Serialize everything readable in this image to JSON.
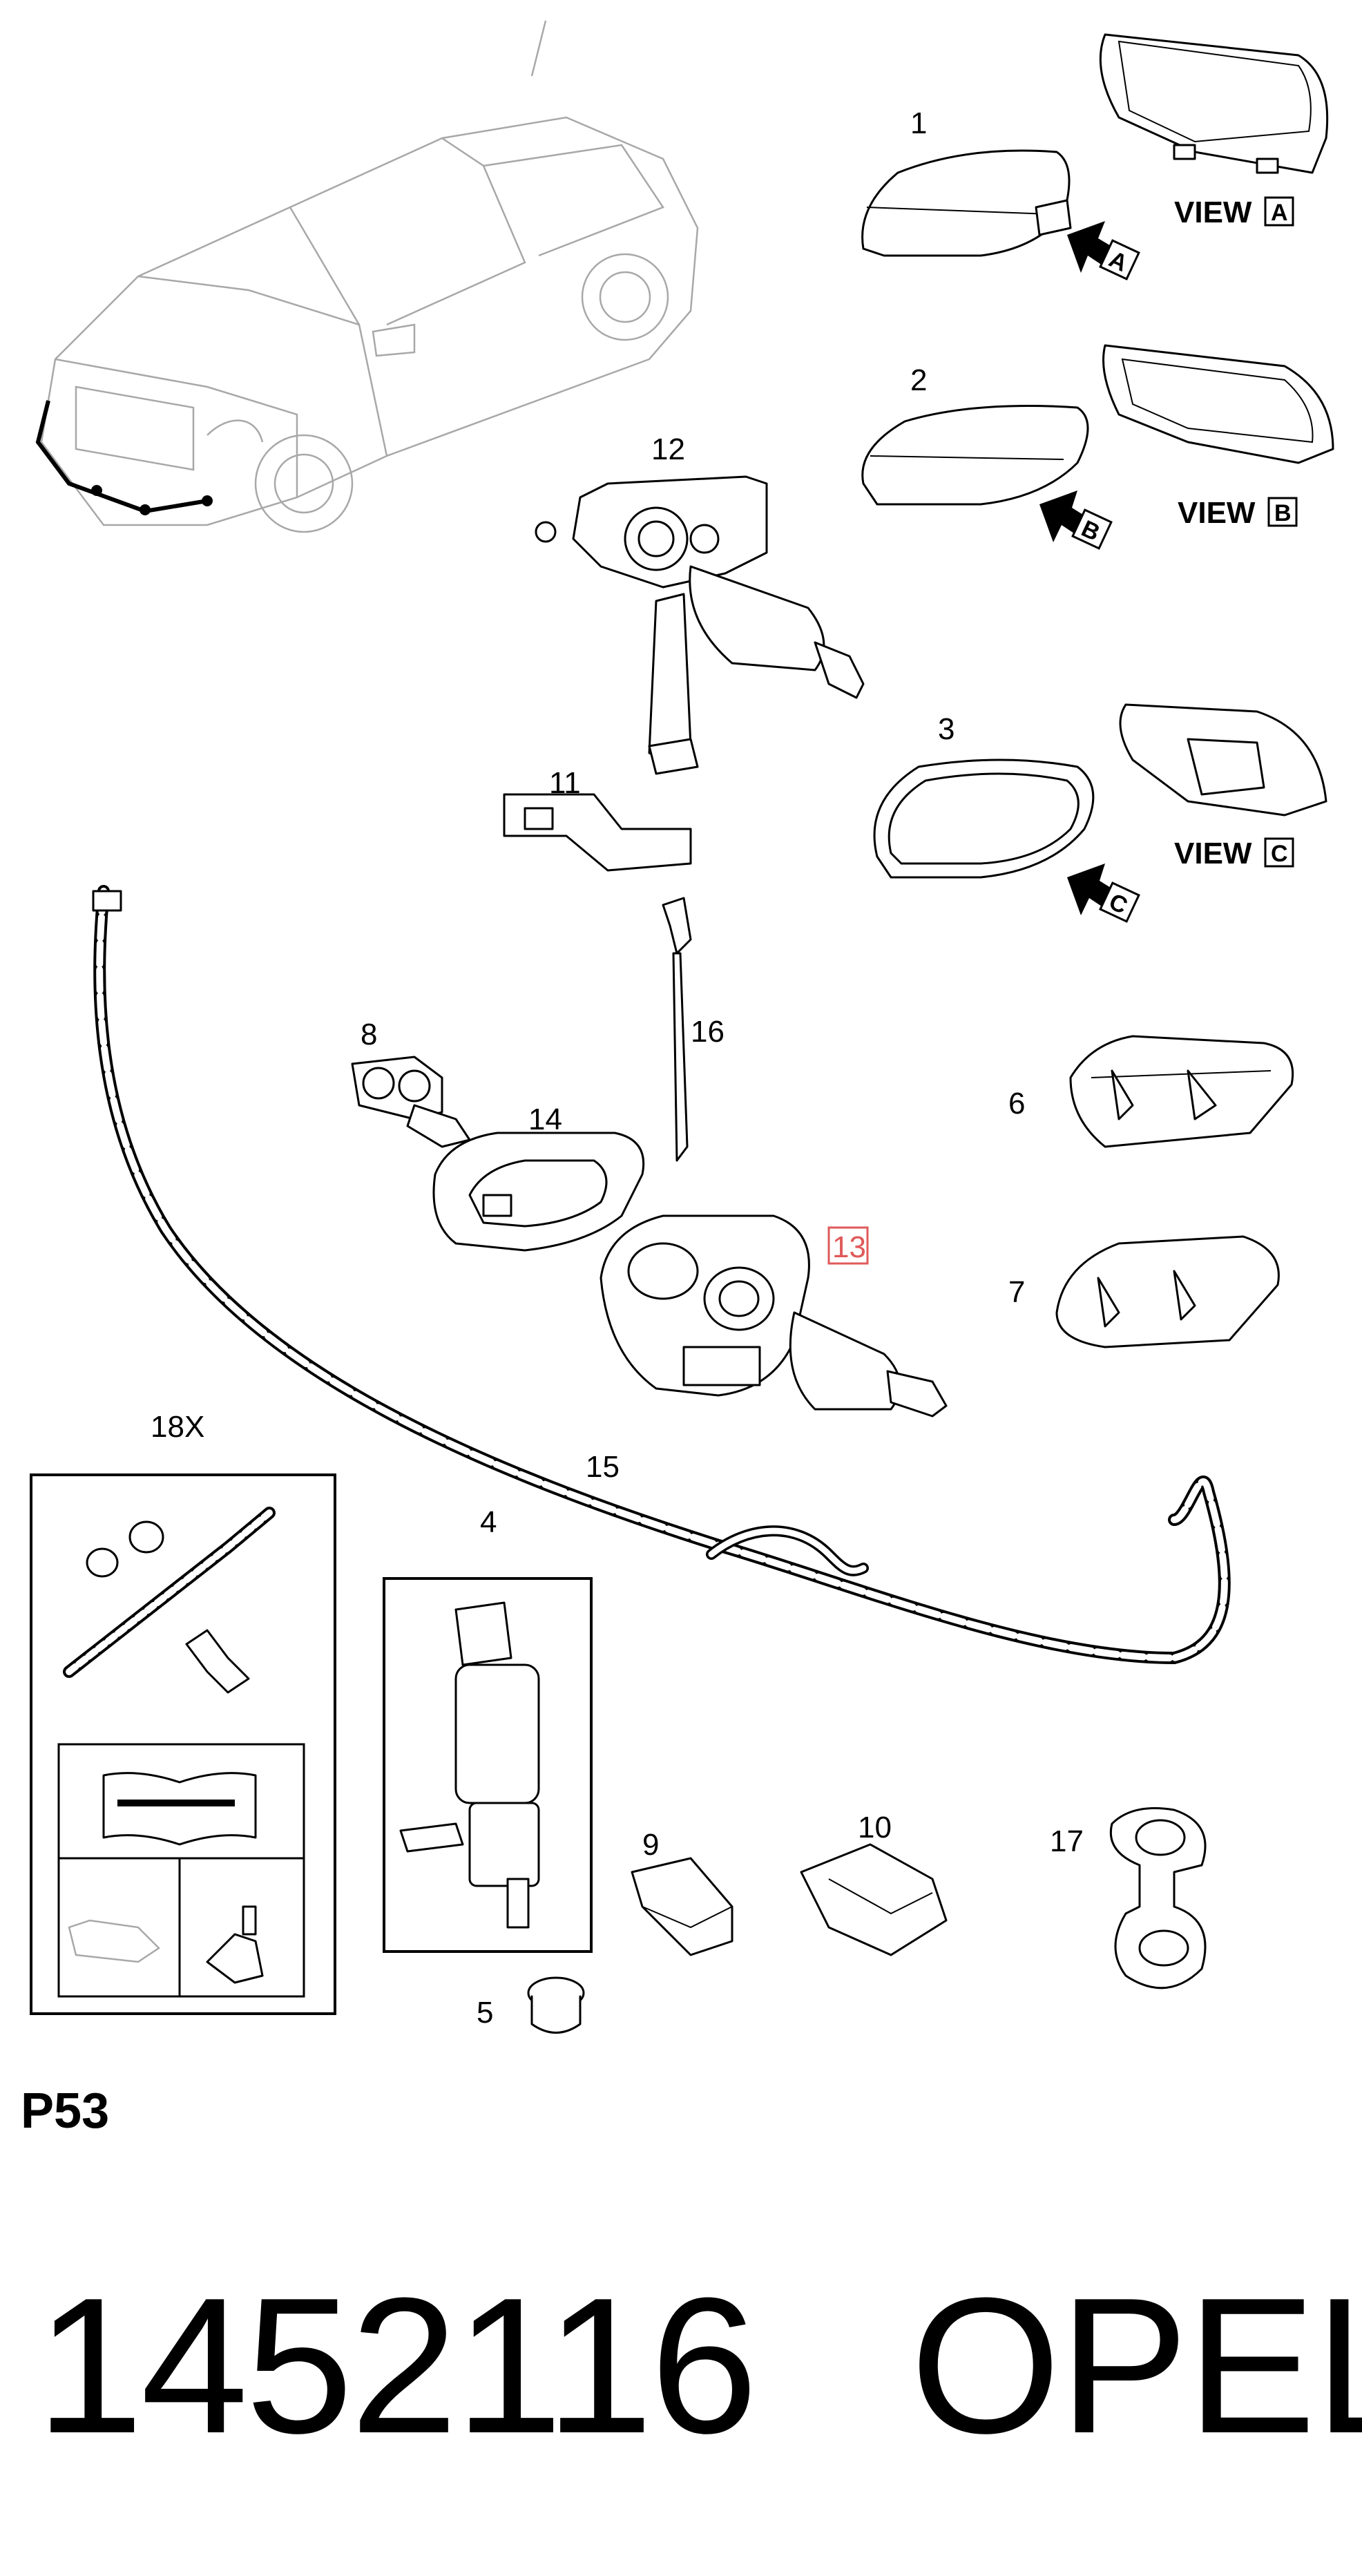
{
  "diagram": {
    "parts": [
      {
        "id": "1",
        "label": "1"
      },
      {
        "id": "2",
        "label": "2"
      },
      {
        "id": "3",
        "label": "3"
      },
      {
        "id": "4",
        "label": "4"
      },
      {
        "id": "5",
        "label": "5"
      },
      {
        "id": "6",
        "label": "6"
      },
      {
        "id": "7",
        "label": "7"
      },
      {
        "id": "8",
        "label": "8"
      },
      {
        "id": "9",
        "label": "9"
      },
      {
        "id": "10",
        "label": "10"
      },
      {
        "id": "11",
        "label": "11"
      },
      {
        "id": "12",
        "label": "12"
      },
      {
        "id": "13",
        "label": "13",
        "highlighted": true
      },
      {
        "id": "14",
        "label": "14"
      },
      {
        "id": "15",
        "label": "15"
      },
      {
        "id": "16",
        "label": "16"
      },
      {
        "id": "17",
        "label": "17"
      },
      {
        "id": "18X",
        "label": "18X"
      }
    ],
    "views": [
      {
        "word": "VIEW",
        "letter": "A"
      },
      {
        "word": "VIEW",
        "letter": "B"
      },
      {
        "word": "VIEW",
        "letter": "C"
      }
    ],
    "arrow_letters": [
      "A",
      "B",
      "C"
    ],
    "highlight_color": "#e05a5a"
  },
  "footer": {
    "code_label": "P53",
    "part_number": "1452116",
    "brand": "OPEL"
  }
}
